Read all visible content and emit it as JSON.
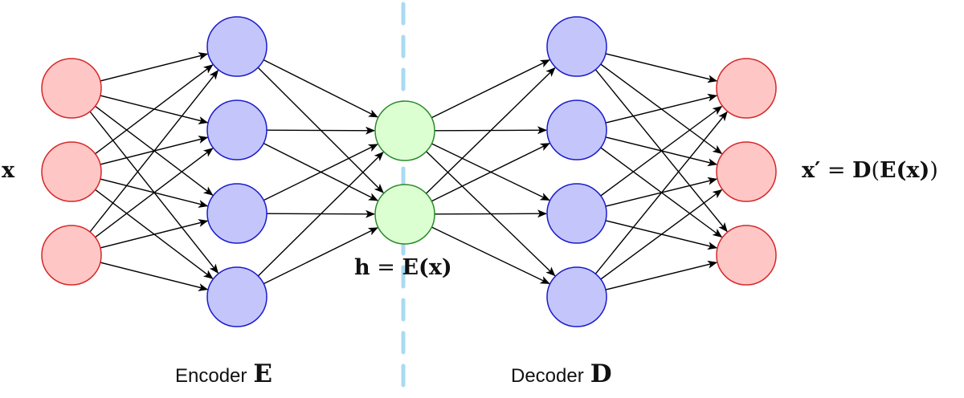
{
  "colors": {
    "input_fill": "#ffc6c6",
    "input_stroke": "#d62728",
    "hidden_fill": "#c4c6fb",
    "hidden_stroke": "#1a1acc",
    "code_fill": "#dcffd2",
    "code_stroke": "#2a8a2a",
    "divider": "#a9daf2",
    "edge": "#000000"
  },
  "labels": {
    "input_var": "x",
    "output_lhs": "x′",
    "output_eq": "=",
    "output_fn_d": "D",
    "output_paren_open": "(",
    "output_fn_e": "E",
    "output_inner": "(x)",
    "output_paren_close": ")",
    "code_var": "h",
    "code_eq": "=",
    "code_fn": "E",
    "code_arg": "(x)",
    "encoder_word": "Encoder",
    "encoder_symbol": "E",
    "decoder_word": "Decoder",
    "decoder_symbol": "D"
  }
}
